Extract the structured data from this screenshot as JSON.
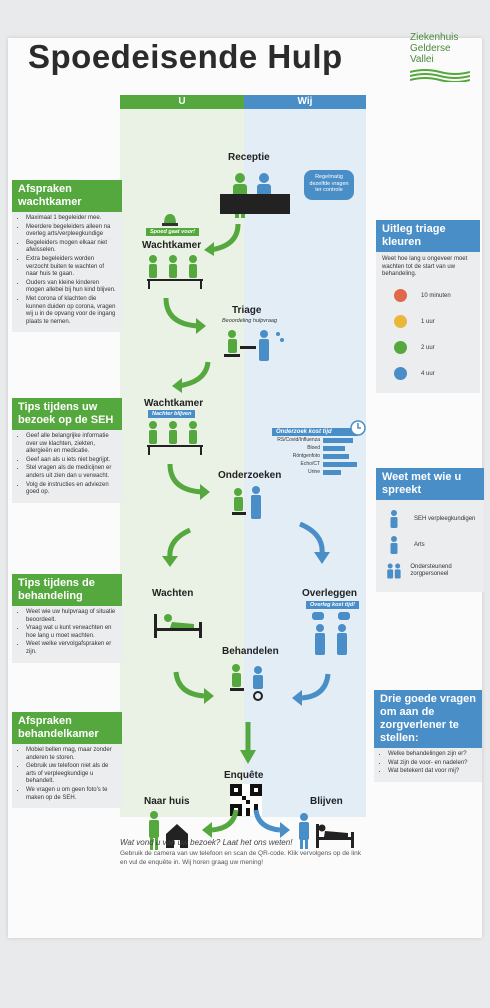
{
  "poster": {
    "title": "Spoedeisende Hulp",
    "logo": {
      "line1": "Ziekenhuis",
      "line2": "Gelderse",
      "line3": "Vallei"
    },
    "columns": {
      "left": "U",
      "right": "Wij"
    },
    "colors": {
      "green": "#55a83d",
      "blue": "#4a8ec8"
    }
  },
  "flow": {
    "receptie": "Receptie",
    "receptie_bubble": "Regelmatig dezelfde vragen ter controle",
    "spoed_tag": "Spoed gaat voor!",
    "wachtkamer1": "Wachtkamer",
    "triage": "Triage",
    "triage_tag": "Beoordeling hulpvraag",
    "wachtkamer2": "Wachtkamer",
    "wachtkamer2_tag": "Nachter blijven",
    "onderzoek_kost_tijd": "Onderzoek kost tijd",
    "onderzoek_list": [
      "RS/Covid/Influenza",
      "Bloed",
      "Röntgenfoto",
      "Echo/CT",
      "Urine"
    ],
    "onderzoeken": "Onderzoeken",
    "wachten": "Wachten",
    "overleggen": "Overleggen",
    "overleg_tag": "Overleg kost tijd!",
    "behandelen": "Behandelen",
    "enquete": "Enquête",
    "naar_huis": "Naar huis",
    "blijven": "Blijven"
  },
  "panels": {
    "afspraken_wachtkamer": {
      "title": "Afspraken wachtkamer",
      "items": [
        "Maximaal 1 begeleider mee.",
        "Meerdere begeleiders alleen na overleg arts/verpleegkundige",
        "Begeleiders mogen elkaar niet afwisselen.",
        "Extra begeleiders worden verzocht buiten te wachten of naar huis te gaan.",
        "Ouders van kleine kinderen mogen allebei bij hun kind blijven.",
        "Met corona of klachten die kunnen duiden op corona, vragen wij u in de opvang voor de ingang plaats te nemen."
      ]
    },
    "tips_bezoek": {
      "title": "Tips tijdens uw bezoek op de SEH",
      "items": [
        "Geef alle belangrijke informatie over uw klachten, ziekten, allergieën en medicatie.",
        "Geef aan als u iets niet begrijpt.",
        "Stel vragen als de medicijnen er anders uit zien dan u verwacht.",
        "Volg de instructies en adviezen goed op."
      ]
    },
    "tips_behandeling": {
      "title": "Tips tijdens de behandeling",
      "items": [
        "Weet wie uw hulpvraag of situatie beoordeelt.",
        "Vraag wat u kunt verwachten en hoe lang u moet wachten.",
        "Weet welke vervolgafspraken er zijn."
      ]
    },
    "afspraken_behandelkamer": {
      "title": "Afspraken behandelkamer",
      "items": [
        "Mobiel bellen mag, maar zonder anderen te storen.",
        "Gebruik uw telefoon niet als de arts of verpleegkundige u behandelt.",
        "We vragen u om geen foto's te maken op de SEH."
      ]
    },
    "triage_kleuren": {
      "title": "Uitleg triage kleuren",
      "intro": "Weet hoe lang u ongeveer moet wachten tot de start van uw behandeling.",
      "rows": [
        {
          "label": "10 minuten",
          "color": "#e0694a"
        },
        {
          "label": "1 uur",
          "color": "#e9b83a"
        },
        {
          "label": "2 uur",
          "color": "#55a83d"
        },
        {
          "label": "4 uur",
          "color": "#4a8ec8"
        }
      ]
    },
    "weet_wie": {
      "title": "Weet met wie u spreekt",
      "rows": [
        "SEH verpleegkundigen",
        "Arts",
        "Ondersteunend zorgpersoneel"
      ]
    },
    "drie_vragen": {
      "title": "Drie goede vragen om aan de zorgverlener te stellen:",
      "items": [
        "Welke behandelingen zijn er?",
        "Wat zijn de voor- en nadelen?",
        "Wat betekent dat voor mij?"
      ]
    }
  },
  "footer": {
    "heading": "Wat vond u van uw bezoek? Laat het ons weten!",
    "text": "Gebruik de camera van uw telefoon en scan de QR-code. Klik vervolgens op de link en vul de enquête in. Wij horen graag uw mening!"
  }
}
